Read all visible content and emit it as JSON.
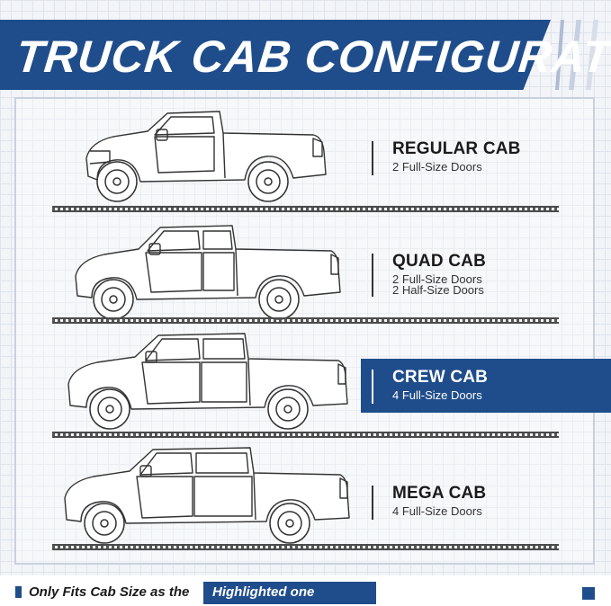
{
  "header": {
    "title": "TRUCK CAB CONFIGURATION"
  },
  "cabs": [
    {
      "name": "REGULAR CAB",
      "lines": [
        "2 Full-Size Doors"
      ],
      "highlighted": false
    },
    {
      "name": "QUAD CAB",
      "lines": [
        "2 Full-Size Doors",
        "2 Half-Size Doors"
      ],
      "highlighted": false
    },
    {
      "name": "CREW CAB",
      "lines": [
        "4 Full-Size Doors"
      ],
      "highlighted": true
    },
    {
      "name": "MEGA CAB",
      "lines": [
        "4 Full-Size Doors"
      ],
      "highlighted": false
    }
  ],
  "footer": {
    "text": "Only Fits Cab Size as the",
    "highlight_text": "Highlighted one"
  },
  "colors": {
    "brand": "#1f4d8c",
    "line": "#333333"
  }
}
